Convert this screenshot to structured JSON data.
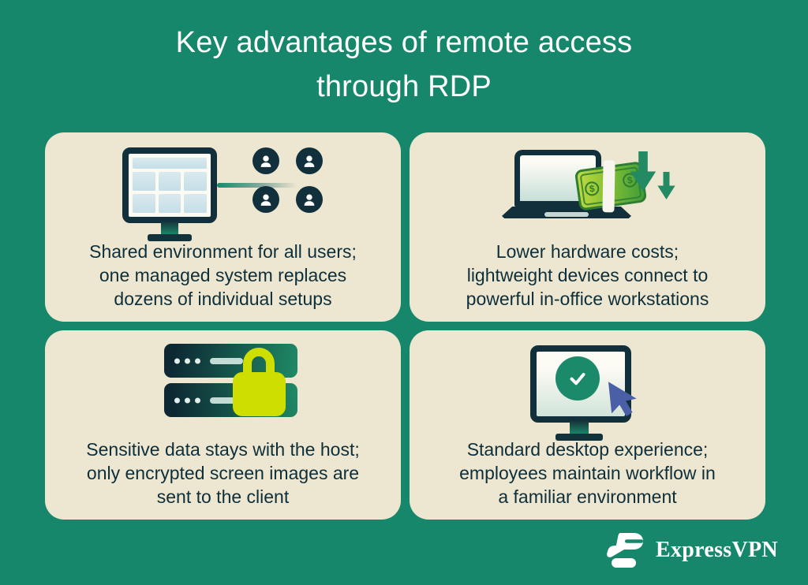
{
  "page": {
    "title_lines": [
      "Key advantages of remote access",
      "through RDP"
    ]
  },
  "cards": [
    {
      "name": "shared-environment",
      "icon": "monitor-with-users",
      "lines": [
        "Shared environment for all users;",
        "one managed system replaces",
        "dozens of individual setups"
      ]
    },
    {
      "name": "lower-hardware-costs",
      "icon": "laptop-with-money-and-down-arrows",
      "lines": [
        "Lower hardware costs;",
        "lightweight devices connect to",
        "powerful in-office workstations"
      ]
    },
    {
      "name": "data-stays-with-host",
      "icon": "servers-with-padlock",
      "lines": [
        "Sensitive data stays with the host;",
        "only encrypted screen images are",
        "sent to the client"
      ]
    },
    {
      "name": "standard-desktop",
      "icon": "monitor-with-checkmark-and-cursor",
      "lines": [
        "Standard desktop experience;",
        "employees maintain workflow in",
        "a familiar environment"
      ]
    }
  ],
  "symbols": {
    "dollar": "$"
  },
  "footer": {
    "brand": "ExpressVPN"
  },
  "colors": {
    "background": "#17876C",
    "card_background": "#EDE6D1",
    "title_text": "#FFFFFF",
    "body_text": "#0E2F3A",
    "icon_navy": "#11303B",
    "accent_teal": "#1B8A6A",
    "lock_lime": "#CDDE00",
    "money_green": "#7FBE33",
    "arrow_green": "#238A63",
    "cursor_blue": "#4A5FA6",
    "logo_white": "#FFFFFF"
  }
}
